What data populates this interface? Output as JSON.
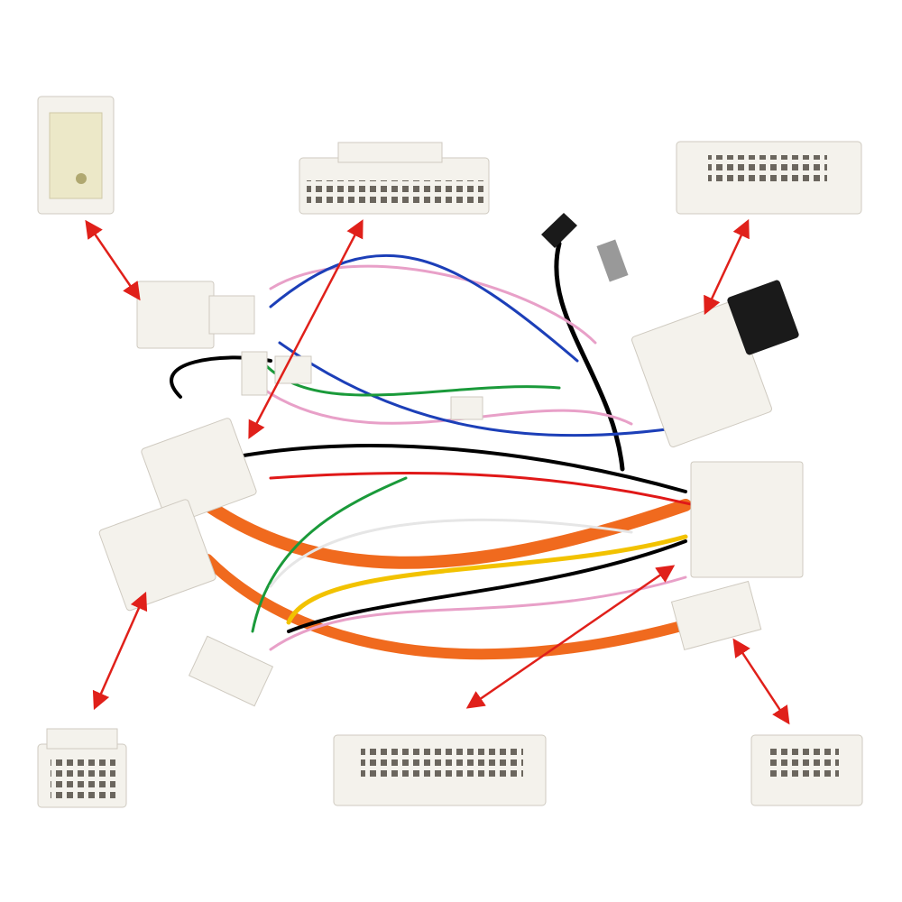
{
  "colors": {
    "background": "#ffffff",
    "connector": "#f4f2ec",
    "connector_edge": "#cfcac0",
    "arrow": "#e0201a",
    "wires": [
      "#f06a1e",
      "#000000",
      "#f2c200",
      "#e8a0c8",
      "#1c3fb8",
      "#1a9a3a",
      "#e01818",
      "#ffffff"
    ]
  },
  "icons": [
    "wiring-harness-photo",
    "connector-detail",
    "red-arrow"
  ]
}
